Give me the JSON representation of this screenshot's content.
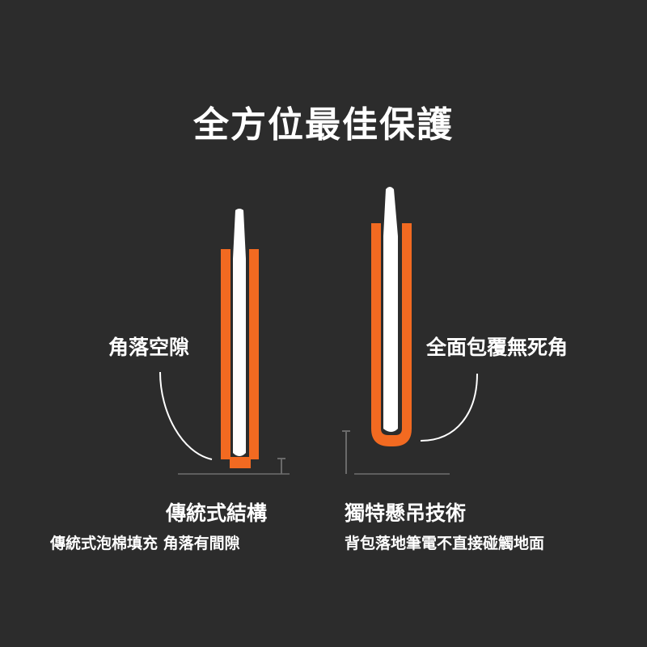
{
  "title": "全方位最佳保護",
  "left": {
    "callout": "角落空隙",
    "heading": "傳統式結構",
    "description": "傳統式泡棉填充 角落有間隙"
  },
  "right": {
    "callout": "全面包覆無死角",
    "heading": "獨特懸吊技術",
    "description": "背包落地筆電不直接碰觸地面"
  },
  "colors": {
    "background": "#2c2c2c",
    "sleeve": "#f26a21",
    "laptop": "#ffffff",
    "ground": "#5e5e5e"
  }
}
